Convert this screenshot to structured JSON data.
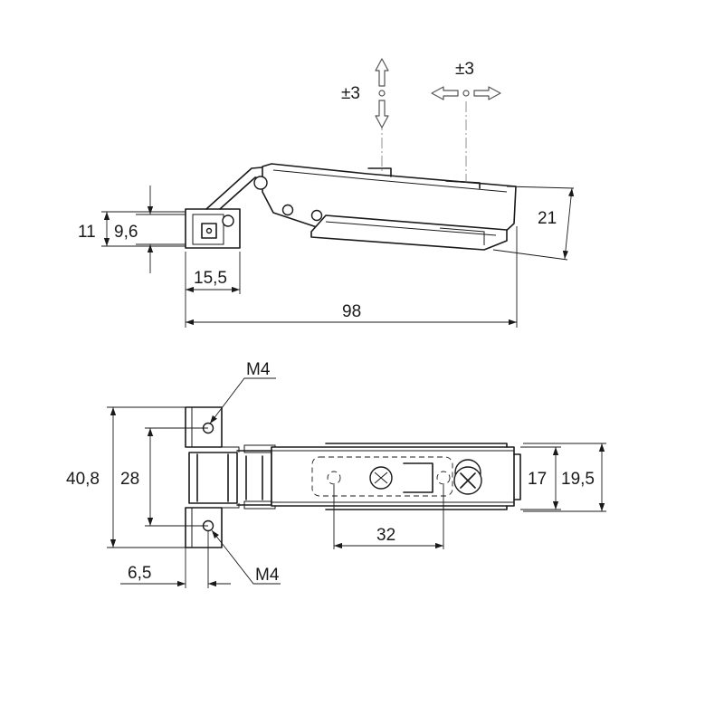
{
  "colors": {
    "line": "#1a1a1a",
    "arrow_outline": "#555555",
    "center_line": "#888888",
    "background": "#ffffff"
  },
  "adjust": {
    "vertical": "±3",
    "lateral": "±3"
  },
  "top_view": {
    "dim_11": "11",
    "dim_9_6": "9,6",
    "dim_15_5": "15,5",
    "dim_98": "98",
    "dim_21": "21"
  },
  "bottom_view": {
    "m4_top": "M4",
    "m4_bottom": "M4",
    "dim_40_8": "40,8",
    "dim_28": "28",
    "dim_6_5": "6,5",
    "dim_32": "32",
    "dim_17": "17",
    "dim_19_5": "19,5"
  }
}
